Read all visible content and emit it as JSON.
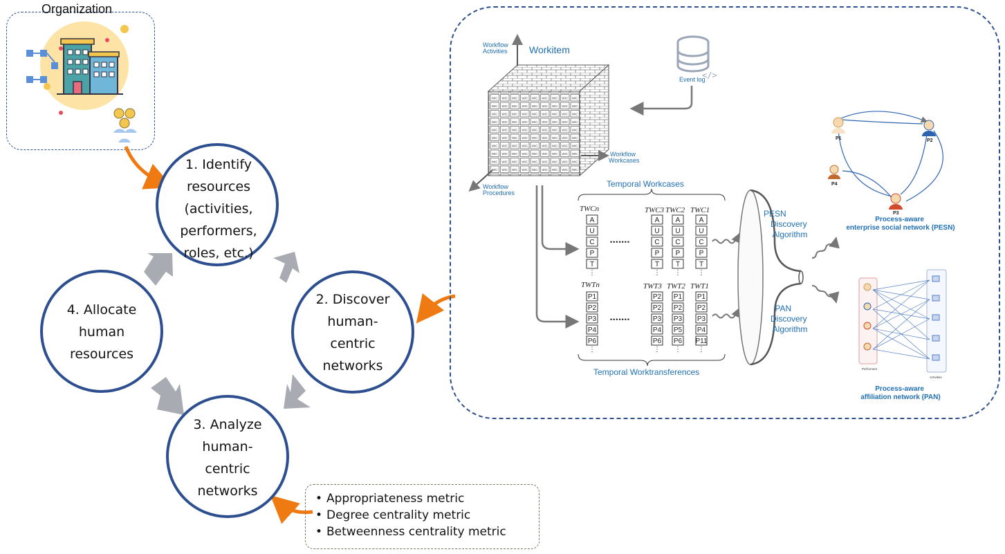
{
  "organization": {
    "title": "Organization"
  },
  "cycle": {
    "step1": [
      "1. Identify",
      "resources",
      "(activities,",
      "performers,",
      "roles, etc.)"
    ],
    "step2": [
      "2. Discover",
      "human-",
      "centric",
      "networks"
    ],
    "step3": [
      "3. Analyze",
      "human-",
      "centric",
      "networks"
    ],
    "step4": [
      "4. Allocate",
      "human",
      "resources"
    ]
  },
  "metrics": [
    "Appropriateness metric",
    "Degree centrality metric",
    "Betweenness centrality metric"
  ],
  "pipeline": {
    "workitem": "Workitem",
    "axis_activities": [
      "Workflow",
      "Activities"
    ],
    "axis_workcases": [
      "Workflow",
      "Workcases"
    ],
    "axis_procedures": [
      "Workflow",
      "Procedures"
    ],
    "event_log": "Event log",
    "temporal_workcases": "Temporal Workcases",
    "temporal_worktransferences": "Temporal Worktransferences",
    "twc_labels": [
      "TWCn",
      "TWC3",
      "TWC2",
      "TWC1"
    ],
    "twt_labels": [
      "TWTn",
      "TWT3",
      "TWT2",
      "TWT1"
    ],
    "twc_cells": [
      "A",
      "U",
      "C",
      "P",
      "T"
    ],
    "twt_columns": [
      [
        "P1",
        "P2",
        "P3",
        "P4",
        "P6"
      ],
      [
        "P2",
        "P2",
        "P3",
        "P4",
        "P6"
      ],
      [
        "P1",
        "P2",
        "P3",
        "P5",
        "P6"
      ],
      [
        "P1",
        "P2",
        "P3",
        "P4",
        "P11"
      ]
    ],
    "ellipsis": "•••••••",
    "pesn_algo": [
      "PESN",
      "Discovery",
      "Algorithm"
    ],
    "pan_algo": [
      "PAN",
      "Discovery",
      "Algorithm"
    ],
    "pesn_title": [
      "Process-aware",
      "enterprise social network (PESN)"
    ],
    "pan_title": [
      "Process-aware",
      "affiliation network (PAN)"
    ],
    "pesn_nodes": [
      "P1",
      "P2",
      "P3",
      "P4"
    ],
    "pan_left_label": "Performers",
    "pan_right_label": "Activities"
  },
  "colors": {
    "circle": "#2e4f8f",
    "arrow_orange": "#f07a12",
    "arrow_gray": "#a8abb2",
    "label_blue": "#1f6fb5",
    "dashed_panel": "#2e4f8f"
  }
}
